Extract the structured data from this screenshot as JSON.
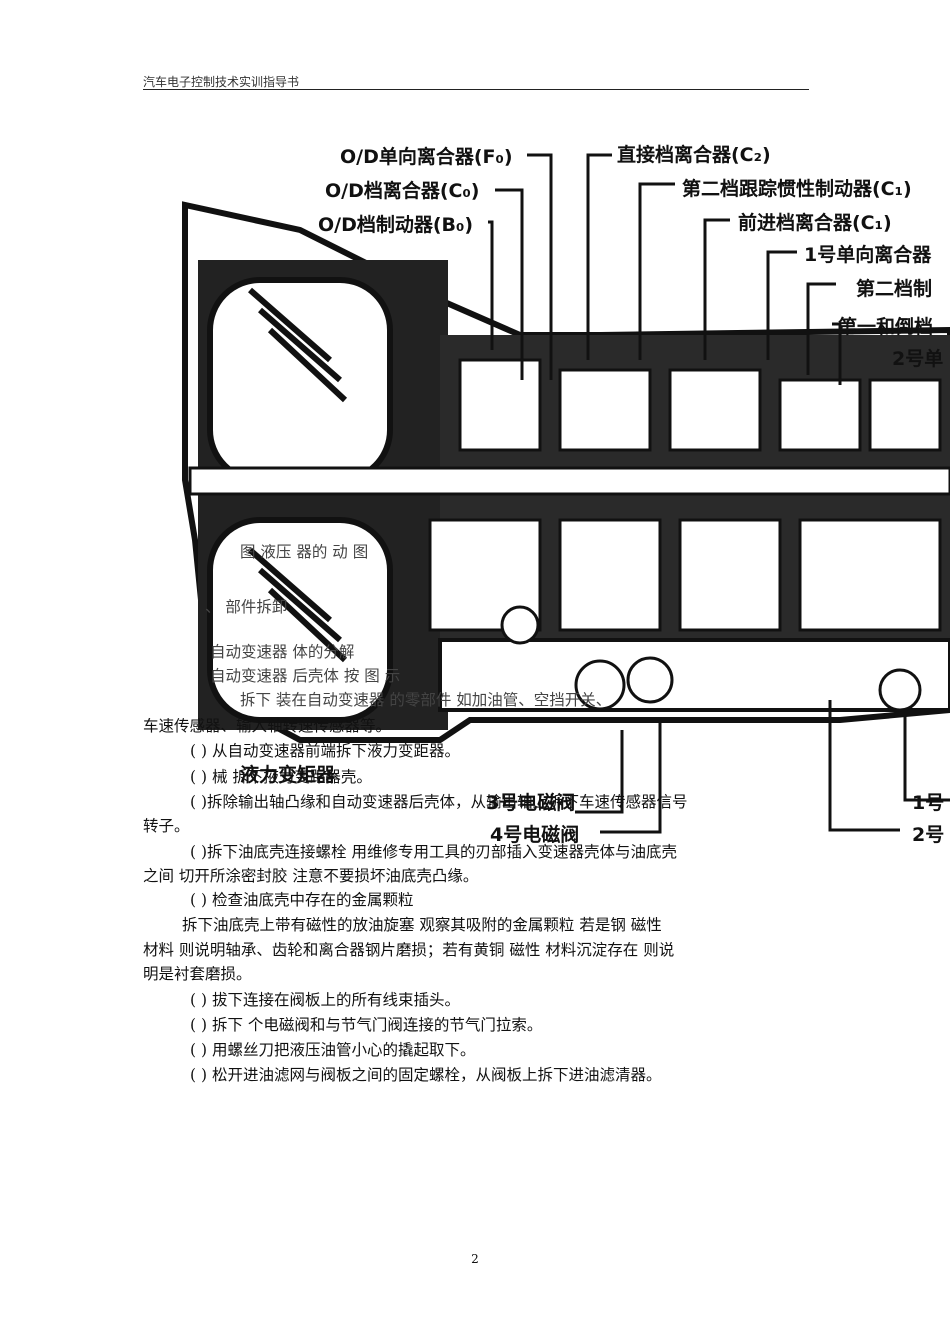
{
  "header": {
    "title": "汽车电子控制技术实训指导书"
  },
  "diagram": {
    "labels": {
      "od_one_way_clutch": "O/D单向离合器(F₀)",
      "od_clutch": "O/D档离合器(C₀)",
      "od_brake": "O/D档制动器(B₀)",
      "direct_clutch": "直接档离合器(C₂)",
      "second_coast_brake": "第二档跟踪惯性制动器(C₁)",
      "forward_clutch": "前进档离合器(C₁)",
      "no1_one_way_clutch": "1号单向离合器",
      "second_brake": "第二档制",
      "first_reverse": "第一和倒档",
      "no2_one_way": "2号单",
      "torque_converter": "液力变矩器",
      "solenoid3": "3号电磁阀",
      "solenoid4": "4号电磁阀",
      "right1": "1号",
      "right2": "2号"
    }
  },
  "body": {
    "line_overlap_caption": "图  液压    器的  动    图",
    "line_section": "、  部件拆卸",
    "line_sub1": "自动变速器    体的分解",
    "line_sub2": "自动变速器    后壳体    按  图  示",
    "line_sub3": "拆下    装在自动变速器    的零部件 如加油管、空挡开关、",
    "line_sensors": "车速传感器、输入轴转速传感器等。",
    "step1": "(  ) 从自动变速器前端拆下液力变距器。",
    "step2": "(  ) 械                    拆下掖力变距器壳。",
    "step3": "(  )拆除输出轴凸缘和自动变速器后壳体，从输出轴上拆下车速传感器信号",
    "step3b": "转子。",
    "step4": "(  )拆下油底壳连接螺栓  用维修专用工具的刃部插入变速器壳体与油底壳",
    "step4b": "之间  切开所涂密封胶  注意不要损坏油底壳凸缘。",
    "step5": "(  )    检查油底壳中存在的金属颗粒",
    "para1": "拆下油底壳上带有磁性的放油旋塞  观察其吸附的金属颗粒  若是钢  磁性",
    "para2": "材料  则说明轴承、齿轮和离合器钢片磨损；若有黄铜  磁性  材料沉淀存在  则说",
    "para3": "明是衬套磨损。",
    "step6": "(  ) 拔下连接在阀板上的所有线束插头。",
    "step7": "(  ) 拆下    个电磁阀和与节气门阀连接的节气门拉索。",
    "step8": "(    ) 用螺丝刀把液压油管小心的撬起取下。",
    "step9": "(    ) 松开进油滤网与阀板之间的固定螺栓，从阀板上拆下进油滤清器。"
  },
  "page_number": "2"
}
